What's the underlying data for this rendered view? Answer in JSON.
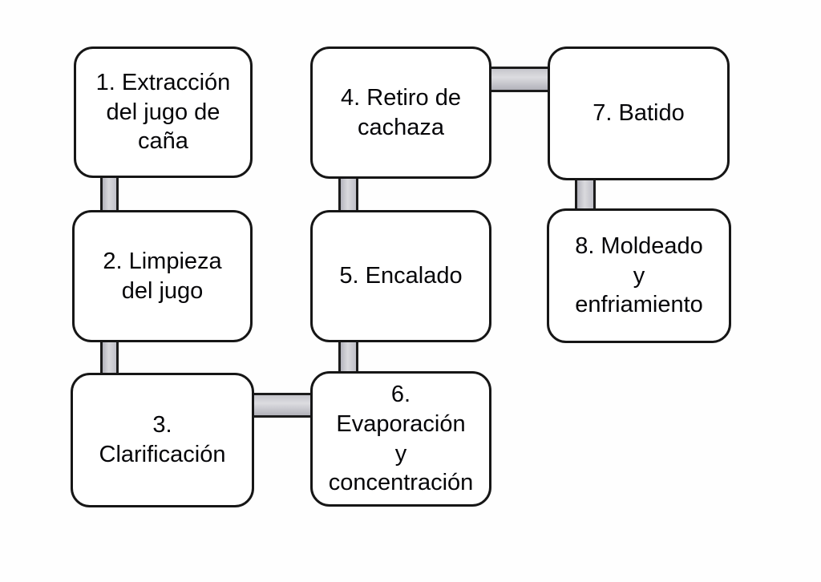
{
  "diagram": {
    "type": "flowchart",
    "language": "es",
    "colors": {
      "background": "#ffffff",
      "box_fill": "#ffffff",
      "box_border": "#161616",
      "text": "#050508",
      "connector_fill": "#c8c8ce",
      "connector_border": "#1c1c1c"
    },
    "steps": [
      {
        "id": "1",
        "label": "1. Extracción\ndel jugo de\ncaña"
      },
      {
        "id": "2",
        "label": "2. Limpieza\ndel jugo"
      },
      {
        "id": "3",
        "label": "3.\nClarificación"
      },
      {
        "id": "4",
        "label": "4. Retiro de\ncachaza"
      },
      {
        "id": "5",
        "label": "5. Encalado"
      },
      {
        "id": "6",
        "label": "6.\nEvaporación\ny\nconcentración"
      },
      {
        "id": "7",
        "label": "7. Batido"
      },
      {
        "id": "8",
        "label": "8. Moldeado\ny\nenfriamiento"
      }
    ],
    "connections": [
      {
        "between": [
          "1",
          "2"
        ],
        "orientation": "vertical"
      },
      {
        "between": [
          "2",
          "3"
        ],
        "orientation": "vertical"
      },
      {
        "between": [
          "3",
          "6"
        ],
        "orientation": "horizontal"
      },
      {
        "between": [
          "4",
          "5"
        ],
        "orientation": "vertical"
      },
      {
        "between": [
          "5",
          "6"
        ],
        "orientation": "vertical"
      },
      {
        "between": [
          "4",
          "7"
        ],
        "orientation": "horizontal"
      },
      {
        "between": [
          "7",
          "8"
        ],
        "orientation": "vertical"
      }
    ]
  }
}
